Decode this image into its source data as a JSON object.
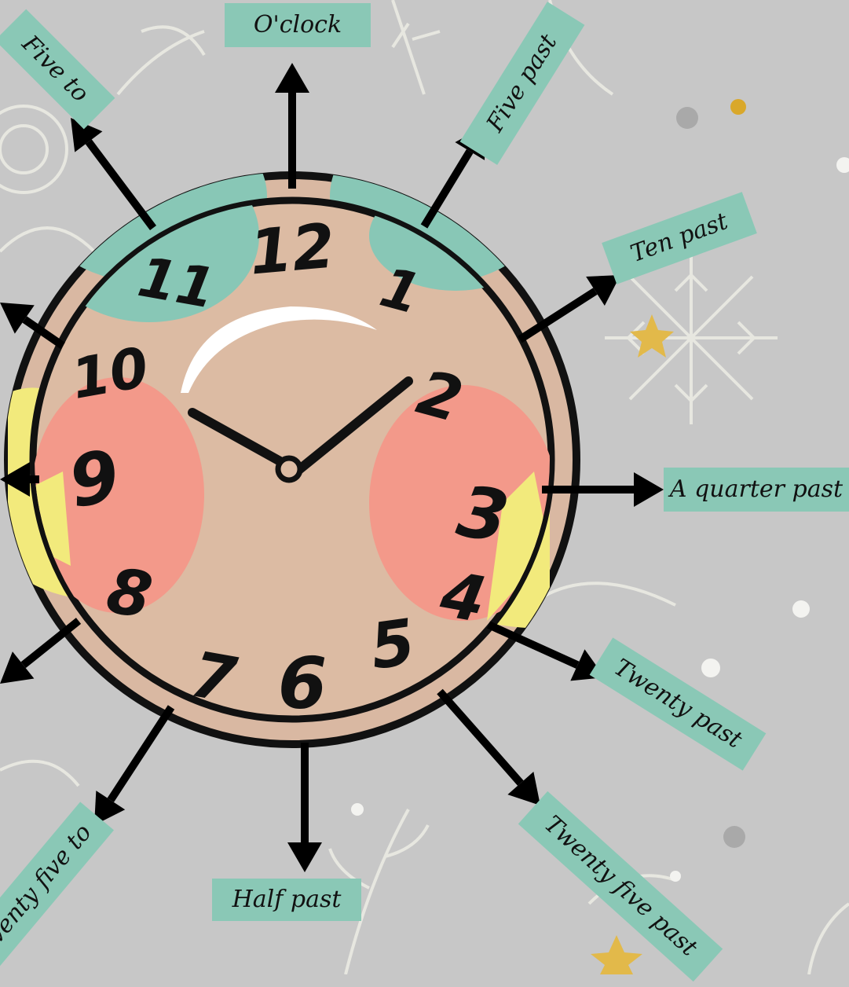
{
  "labels": {
    "oclock": "O'clock",
    "five_past": "Five past",
    "ten_past": "Ten past",
    "quarter_past": "A quarter past",
    "twenty_past": "Twenty past",
    "twenty_five_past": "Twenty five past",
    "half_past": "Half past",
    "twenty_five_to": "Twenty five to",
    "five_to": "Five to"
  },
  "clock": {
    "numerals": [
      "12",
      "1",
      "2",
      "3",
      "4",
      "5",
      "6",
      "7",
      "8",
      "9",
      "10",
      "11"
    ],
    "hour_hand_points_to": "10",
    "minute_hand_points_to": "2"
  },
  "colors": {
    "background": "#c7c7c7",
    "label_bg": "#8ac8b6",
    "face": "#dcbba3",
    "teal_patch": "#88c7b6",
    "salmon_patch": "#f3998a",
    "yellow_patch": "#f2ea7c",
    "ink": "#111111"
  }
}
